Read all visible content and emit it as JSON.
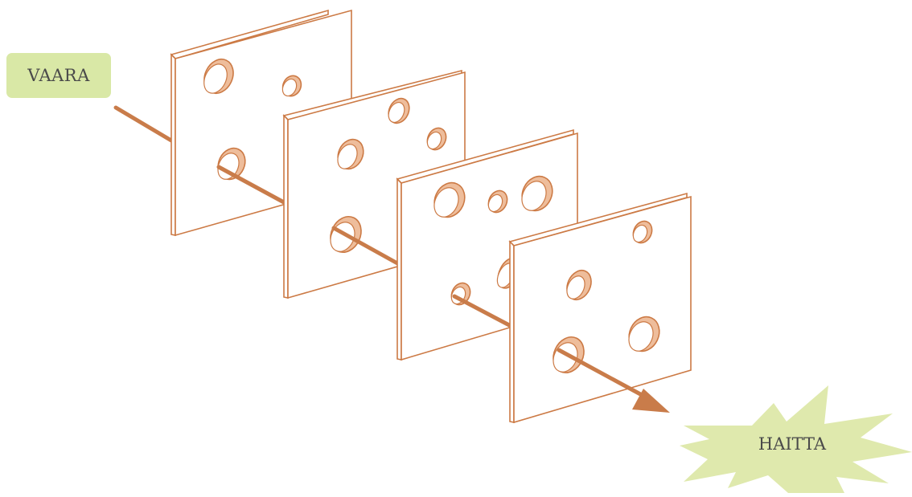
{
  "labels": {
    "hazard": "VAARA",
    "harm": "HAITTA"
  },
  "colors": {
    "stroke": "#cc7a45",
    "arrow": "#c97c4a",
    "slice_fill": "#ffffff",
    "hole_shadow": "#eebd9b",
    "hazard_box": "#d9e8a6",
    "harm_burst": "#dfe9ad",
    "text": "#4a4a4a"
  },
  "diagram": {
    "layers": 4,
    "holes_per_layer": [
      4,
      5,
      5,
      4
    ]
  }
}
